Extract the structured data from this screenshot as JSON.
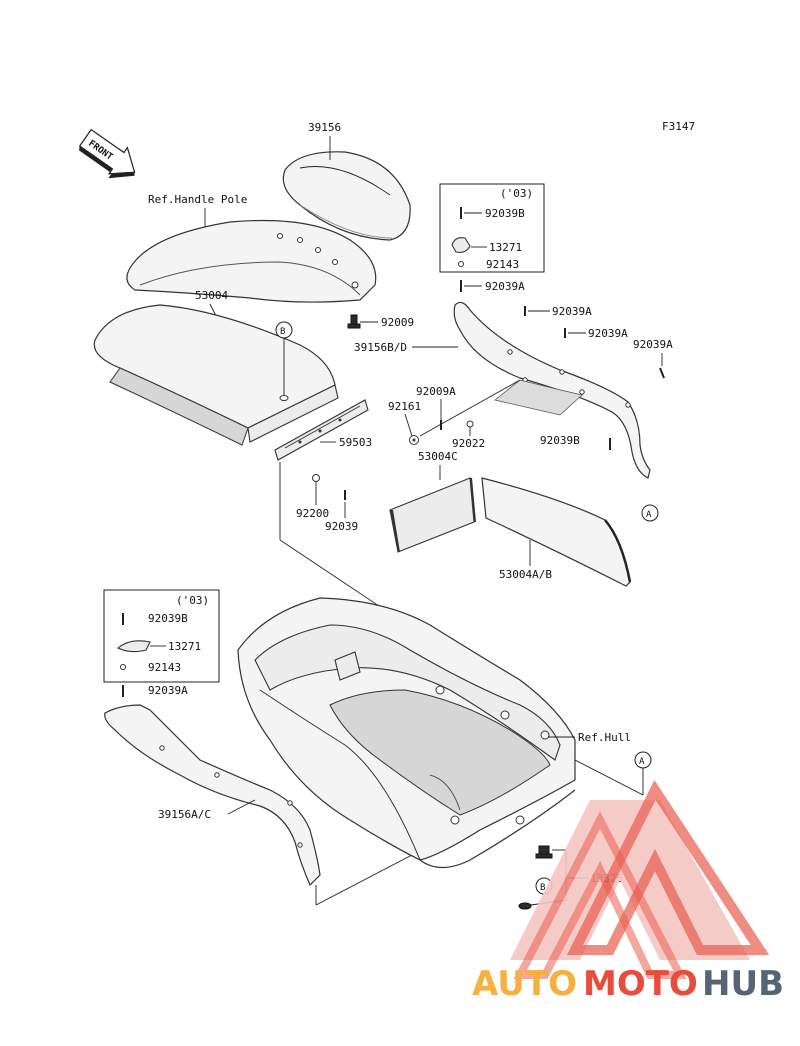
{
  "figure_code": "F3147",
  "front_label": "FRONT",
  "ref_labels": {
    "handle_pole": "Ref.Handle Pole",
    "hull": "Ref.Hull"
  },
  "circle_markers": {
    "a": "A",
    "b": "B"
  },
  "year_note": "('03)",
  "parts": {
    "p39156": "39156",
    "p53004": "53004",
    "p92009": "92009",
    "p59503": "59503",
    "p92200": "92200",
    "p92039": "92039",
    "p92039B_top": "92039B",
    "p13271_top": "13271",
    "p92143_top": "92143",
    "p92039A_1": "92039A",
    "p92039A_2": "92039A",
    "p92039A_3": "92039A",
    "p92039A_4": "92039A",
    "p39156BD": "39156B/D",
    "p92009A": "92009A",
    "p92161": "92161",
    "p92022": "92022",
    "p92039B_mid": "92039B",
    "p53004C": "53004C",
    "p53004AB": "53004A/B",
    "p92039B_left": "92039B",
    "p13271_left": "13271",
    "p92143_left": "92143",
    "p92039A_left": "92039A",
    "p39156AC": "39156A/C",
    "p13325": "13325"
  },
  "watermark": {
    "part1": "AUTO",
    "part2": "MOTO",
    "part3": "HUB",
    "color_auto": "#f5b041",
    "color_moto": "#e74c3c",
    "color_hub": "#566573"
  }
}
